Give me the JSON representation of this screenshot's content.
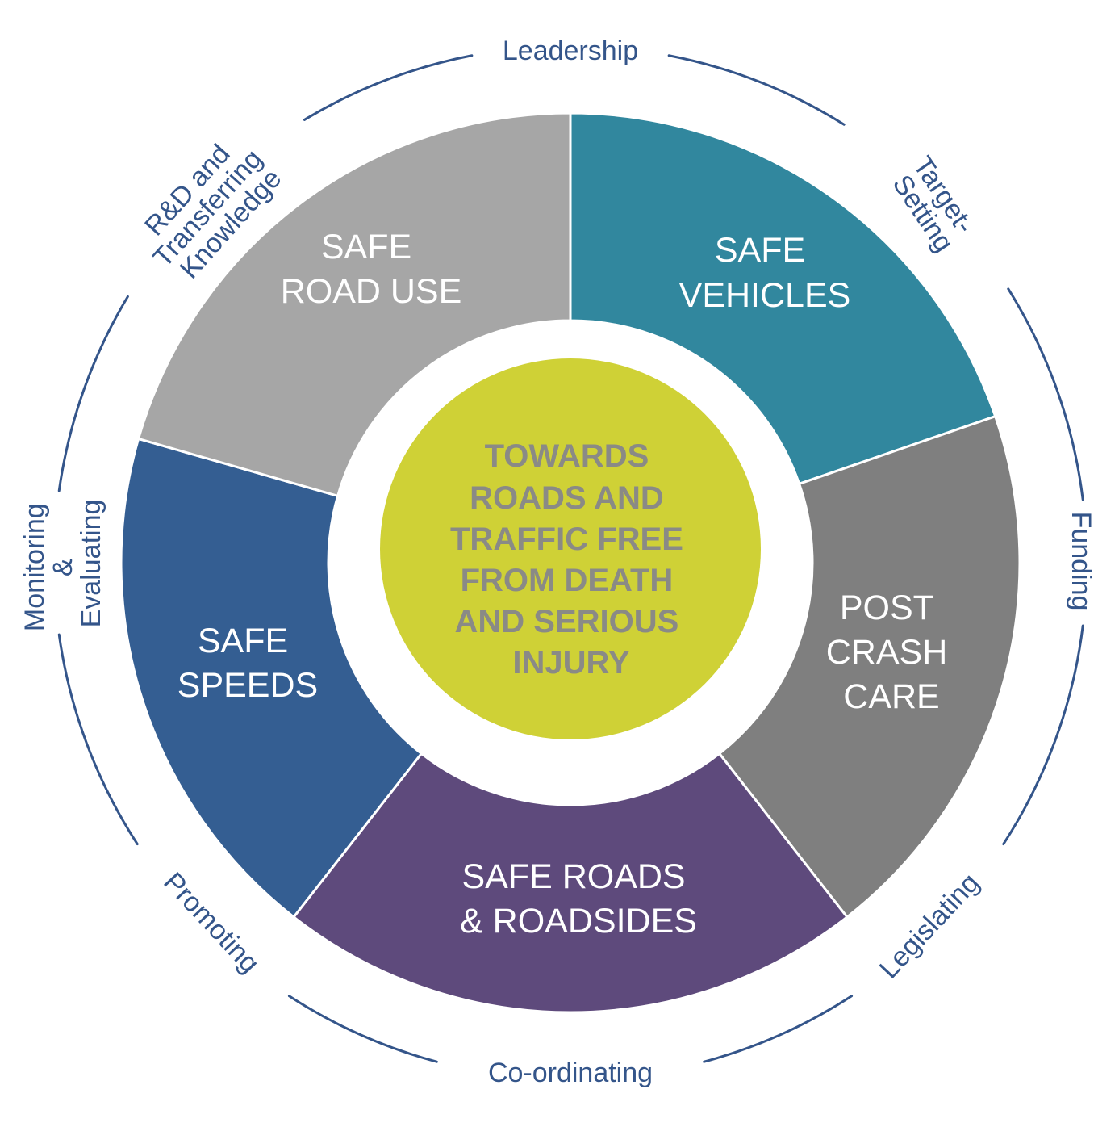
{
  "center": {
    "lines": [
      "TOWARDS",
      "ROADS AND",
      "TRAFFIC FREE",
      "FROM DEATH",
      "AND SERIOUS",
      "INJURY"
    ],
    "color": "#cfd136",
    "text_color": "#8a8a86"
  },
  "segments": [
    {
      "id": "safe-vehicles",
      "lines": [
        "SAFE",
        "VEHICLES"
      ],
      "color": "#31879e"
    },
    {
      "id": "post-crash-care",
      "lines": [
        "POST",
        "CRASH",
        "CARE"
      ],
      "color": "#7f7f7f"
    },
    {
      "id": "safe-roads-roadsides",
      "lines": [
        "SAFE ROADS",
        "& ROADSIDES"
      ],
      "color": "#5e4a7c"
    },
    {
      "id": "safe-speeds",
      "lines": [
        "SAFE",
        "SPEEDS"
      ],
      "color": "#345e92"
    },
    {
      "id": "safe-road-use",
      "lines": [
        "SAFE",
        "ROAD USE"
      ],
      "color": "#a6a6a6"
    }
  ],
  "ring_labels": [
    {
      "id": "leadership",
      "lines": [
        "Leadership"
      ]
    },
    {
      "id": "target-setting",
      "lines": [
        "Target-",
        "Setting"
      ]
    },
    {
      "id": "funding",
      "lines": [
        "Funding"
      ]
    },
    {
      "id": "legislating",
      "lines": [
        "Legislating"
      ]
    },
    {
      "id": "co-ordinating",
      "lines": [
        "Co-ordinating"
      ]
    },
    {
      "id": "promoting",
      "lines": [
        "Promoting"
      ]
    },
    {
      "id": "monitoring-evaluating",
      "lines": [
        "Monitoring",
        "&",
        "Evaluating"
      ]
    },
    {
      "id": "rd-transferring-knowledge",
      "lines": [
        "R&D and",
        "Transferring",
        "Knowledge"
      ]
    }
  ],
  "ring_color": "#34558a"
}
